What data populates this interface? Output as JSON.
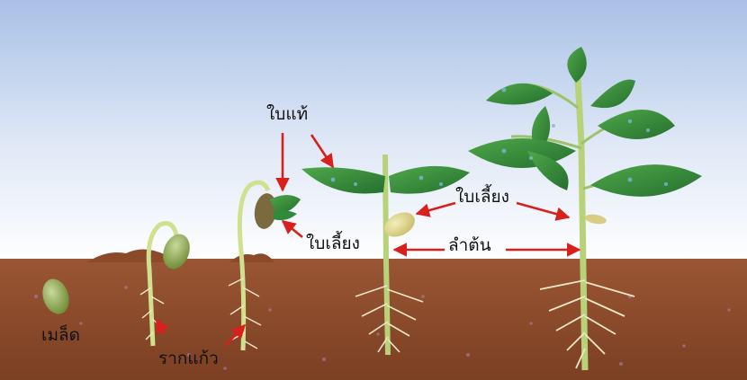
{
  "labels": {
    "seed": "เมล็ด",
    "radicle": "รากแก้ว",
    "true_leaves": "ใบแท้",
    "cotyledon_left": "ใบเลี้ยง",
    "cotyledon_right": "ใบเลี้ยง",
    "stem": "ลำต้น"
  },
  "colors": {
    "sky_top": "#a9c1e6",
    "sky_bottom": "#ffffff",
    "soil": "#8a4a2a",
    "leaf": "#2f8a3a",
    "leaf_spot": "#7fb6d6",
    "stem": "#b8d27a",
    "seed": "#8ea34a",
    "arrow": "#d8201d",
    "root": "#f2ecd2"
  }
}
